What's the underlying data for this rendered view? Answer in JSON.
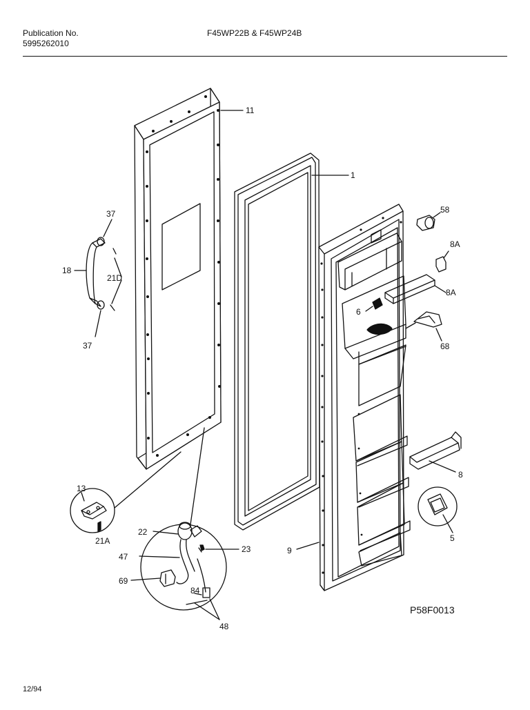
{
  "header": {
    "publication_label": "Publication No.",
    "publication_number": "5995262010",
    "models": "F45WP22B & F45WP24B"
  },
  "diagram": {
    "drawing_code": "P58F0013",
    "callouts": {
      "c11": "11",
      "c1": "1",
      "c37_top": "37",
      "c37_bottom": "37",
      "c18": "18",
      "c21d": "21D",
      "c58": "58",
      "c8a_top": "8A",
      "c8a_mid": "8A",
      "c6": "6",
      "c68": "68",
      "c8": "8",
      "c5": "5",
      "c13": "13",
      "c21a": "21A",
      "c22": "22",
      "c47": "47",
      "c23": "23",
      "c9": "9",
      "c69": "69",
      "c84": "84",
      "c48": "48"
    }
  },
  "footer": {
    "date": "12/94"
  },
  "colors": {
    "ink": "#111111",
    "paper": "#ffffff"
  }
}
